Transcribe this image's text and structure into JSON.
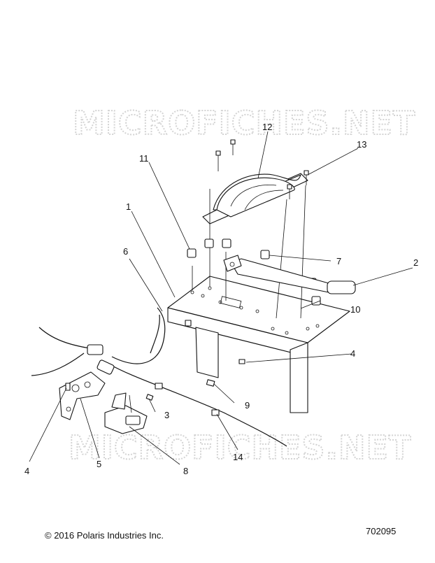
{
  "watermark": "MICROFICHES.NET",
  "copyright": "© 2016 Polaris Industries Inc.",
  "diagram_id": "702095",
  "callouts": [
    "1",
    "2",
    "3",
    "4",
    "4",
    "5",
    "6",
    "7",
    "8",
    "9",
    "10",
    "11",
    "12",
    "13",
    "14"
  ]
}
